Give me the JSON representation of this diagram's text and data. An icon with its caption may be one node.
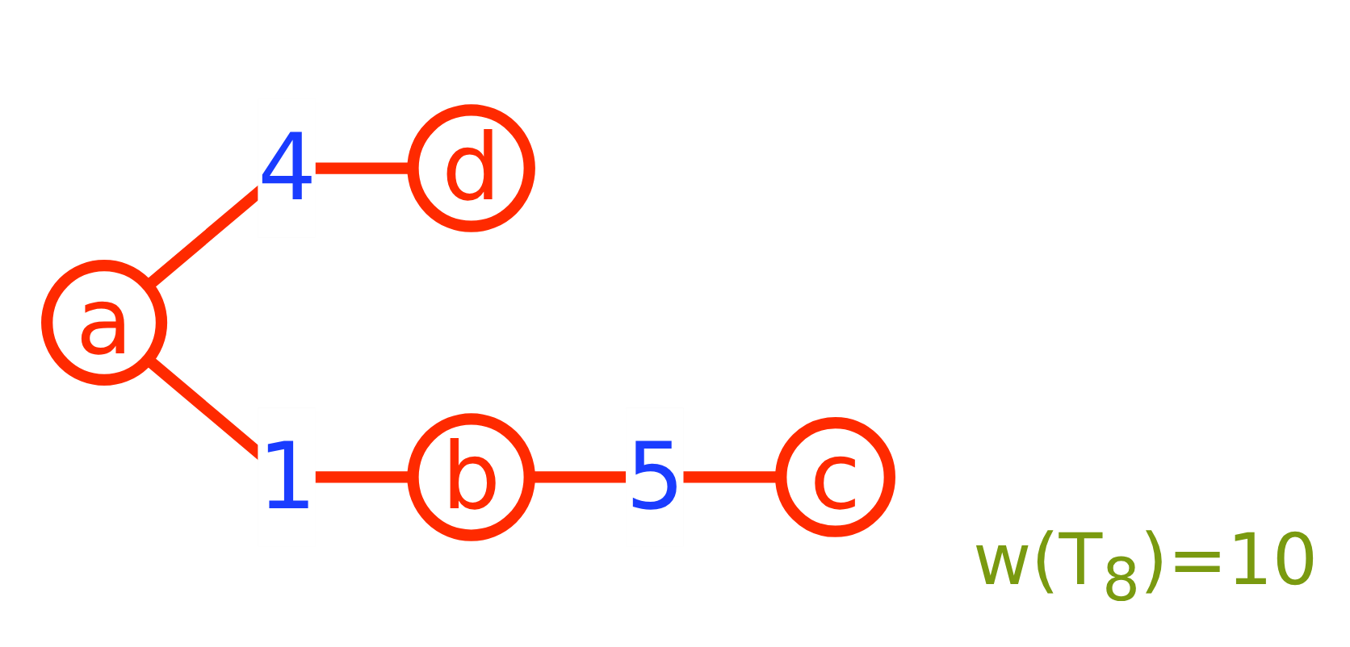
{
  "diagram": {
    "nodes": [
      {
        "text": [
          "d"
        ]
      },
      {
        "text": [
          "a"
        ]
      },
      {
        "text": [
          "c"
        ]
      },
      {
        "text": [
          "b"
        ]
      }
    ],
    "edges": [
      {
        "from": 1,
        "to": 0,
        "arrow": "none",
        "label": "4"
      },
      {
        "from": 1,
        "to": 3,
        "arrow": "none",
        "label": "1"
      },
      {
        "from": 3,
        "to": 2,
        "arrow": "none",
        "label": "5"
      }
    ],
    "labels": [
      "w(T$_{8}$)=10"
    ]
  }
}
